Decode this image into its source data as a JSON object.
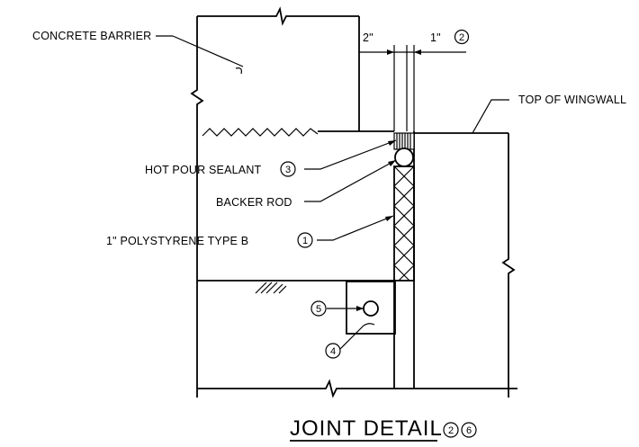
{
  "labels": {
    "concrete_barrier": "CONCRETE BARRIER",
    "top_of_wingwall": "TOP OF WINGWALL",
    "hot_pour_sealant": "HOT POUR SEALANT",
    "hot_pour_sealant_note": "3",
    "backer_rod": "BACKER ROD",
    "polystyrene": "1\" POLYSTYRENE TYPE B",
    "polystyrene_note": "1",
    "dim_2in": "2\"",
    "dim_1in": "1\"",
    "dim_1in_note": "2",
    "callout_4": "4",
    "callout_5": "5"
  },
  "title": {
    "text": "JOINT DETAIL",
    "note_a": "2",
    "note_b": "6"
  }
}
